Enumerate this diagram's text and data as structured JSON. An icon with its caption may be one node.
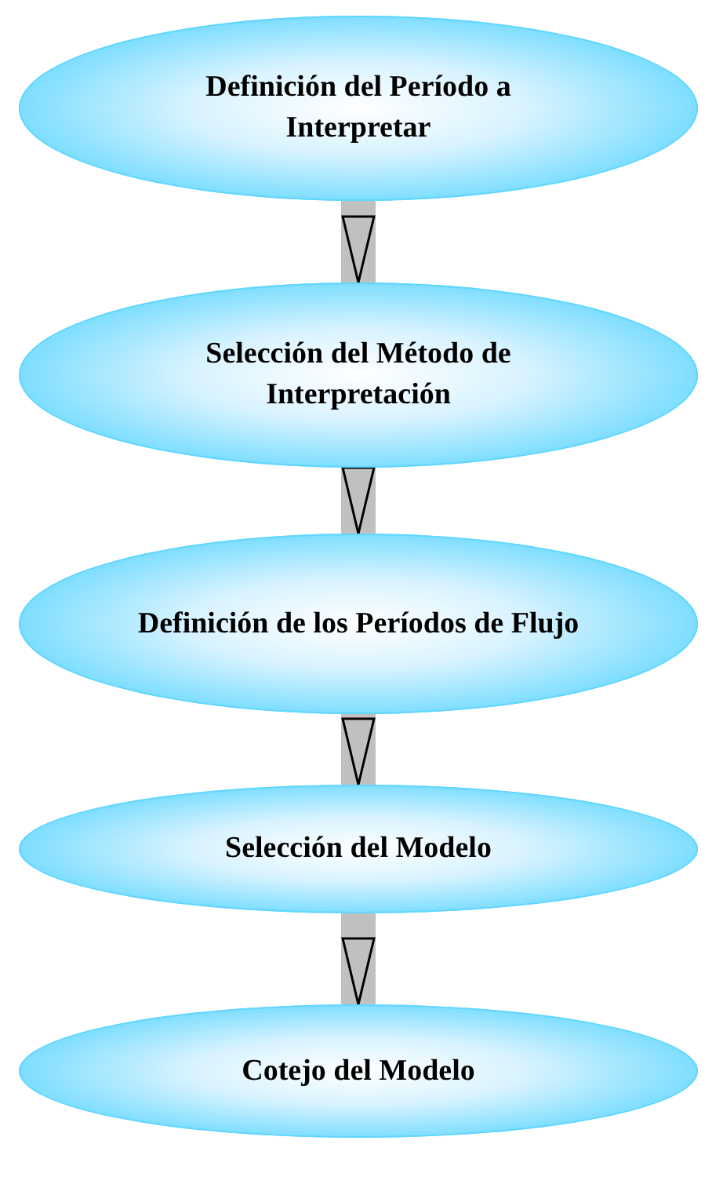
{
  "diagram": {
    "nodes": [
      {
        "text": [
          "Definición del Período a Interpretar"
        ]
      },
      {
        "text": [
          "Selección del Método de Interpretación"
        ]
      },
      {
        "text": [
          "Definición de los Períodos de Flujo"
        ]
      },
      {
        "text": [
          "Selección del Modelo"
        ]
      },
      {
        "text": [
          "Cotejo del Modelo"
        ]
      }
    ],
    "edges": [
      {
        "from": 0,
        "to": 1,
        "arrow": "to"
      },
      {
        "from": 1,
        "to": 2,
        "arrow": "to"
      },
      {
        "from": 2,
        "to": 3,
        "arrow": "to"
      },
      {
        "from": 3,
        "to": 4,
        "arrow": "to"
      }
    ]
  }
}
